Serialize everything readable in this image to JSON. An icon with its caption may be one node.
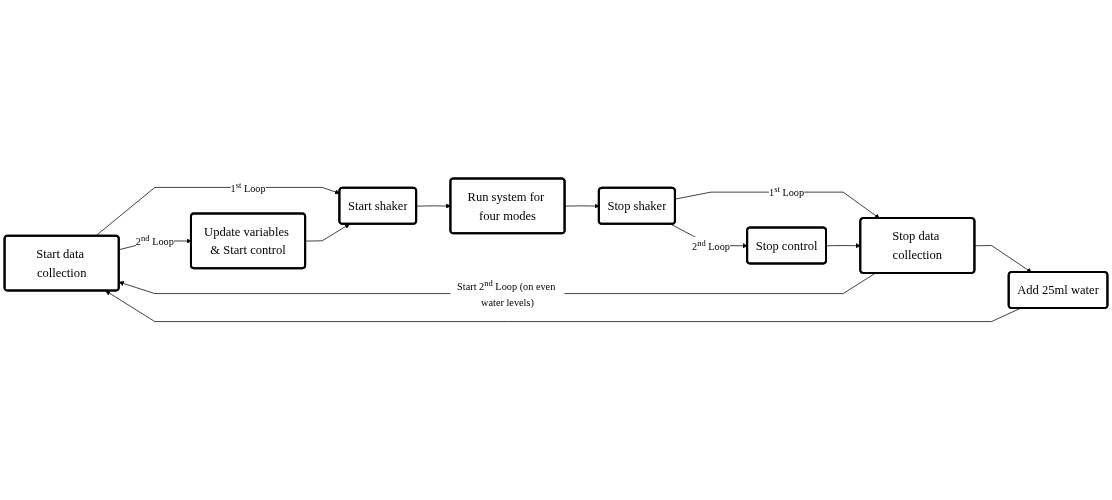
{
  "diagram": {
    "nodes": [
      {
        "text": [
          "Start data collection"
        ]
      },
      {
        "text": [
          "Update variables & Start control"
        ]
      },
      {
        "text": [
          "Start shaker"
        ]
      },
      {
        "text": [
          "Run system for four modes"
        ]
      },
      {
        "text": [
          "Stop shaker"
        ]
      },
      {
        "text": [
          "Stop control"
        ]
      },
      {
        "text": [
          "Stop data collection"
        ]
      },
      {
        "text": [
          "Add 25ml water"
        ]
      }
    ],
    "edges": [
      {
        "from": 0,
        "to": 1,
        "arrow": "to",
        "label": "2$^{nd}$ Loop"
      },
      {
        "from": 0,
        "to": 2,
        "arrow": "to",
        "label": "1$^{st}$ Loop"
      },
      {
        "from": 1,
        "to": 2,
        "arrow": "to"
      },
      {
        "from": 2,
        "to": 3,
        "arrow": "to"
      },
      {
        "from": 3,
        "to": 4,
        "arrow": "to"
      },
      {
        "from": 4,
        "to": 6,
        "arrow": "to",
        "label": "1$^{st}$ Loop"
      },
      {
        "from": 4,
        "to": 5,
        "arrow": "to",
        "label": "2$^{nd}$ Loop"
      },
      {
        "from": 5,
        "to": 6,
        "arrow": "to"
      },
      {
        "from": 6,
        "to": 7,
        "arrow": "to"
      },
      {
        "from": 6,
        "to": 0,
        "arrow": "to",
        "label": "Start 2$^{nd}$ Loop (on even water levels)"
      },
      {
        "from": 7,
        "to": 0,
        "arrow": "to"
      }
    ]
  }
}
